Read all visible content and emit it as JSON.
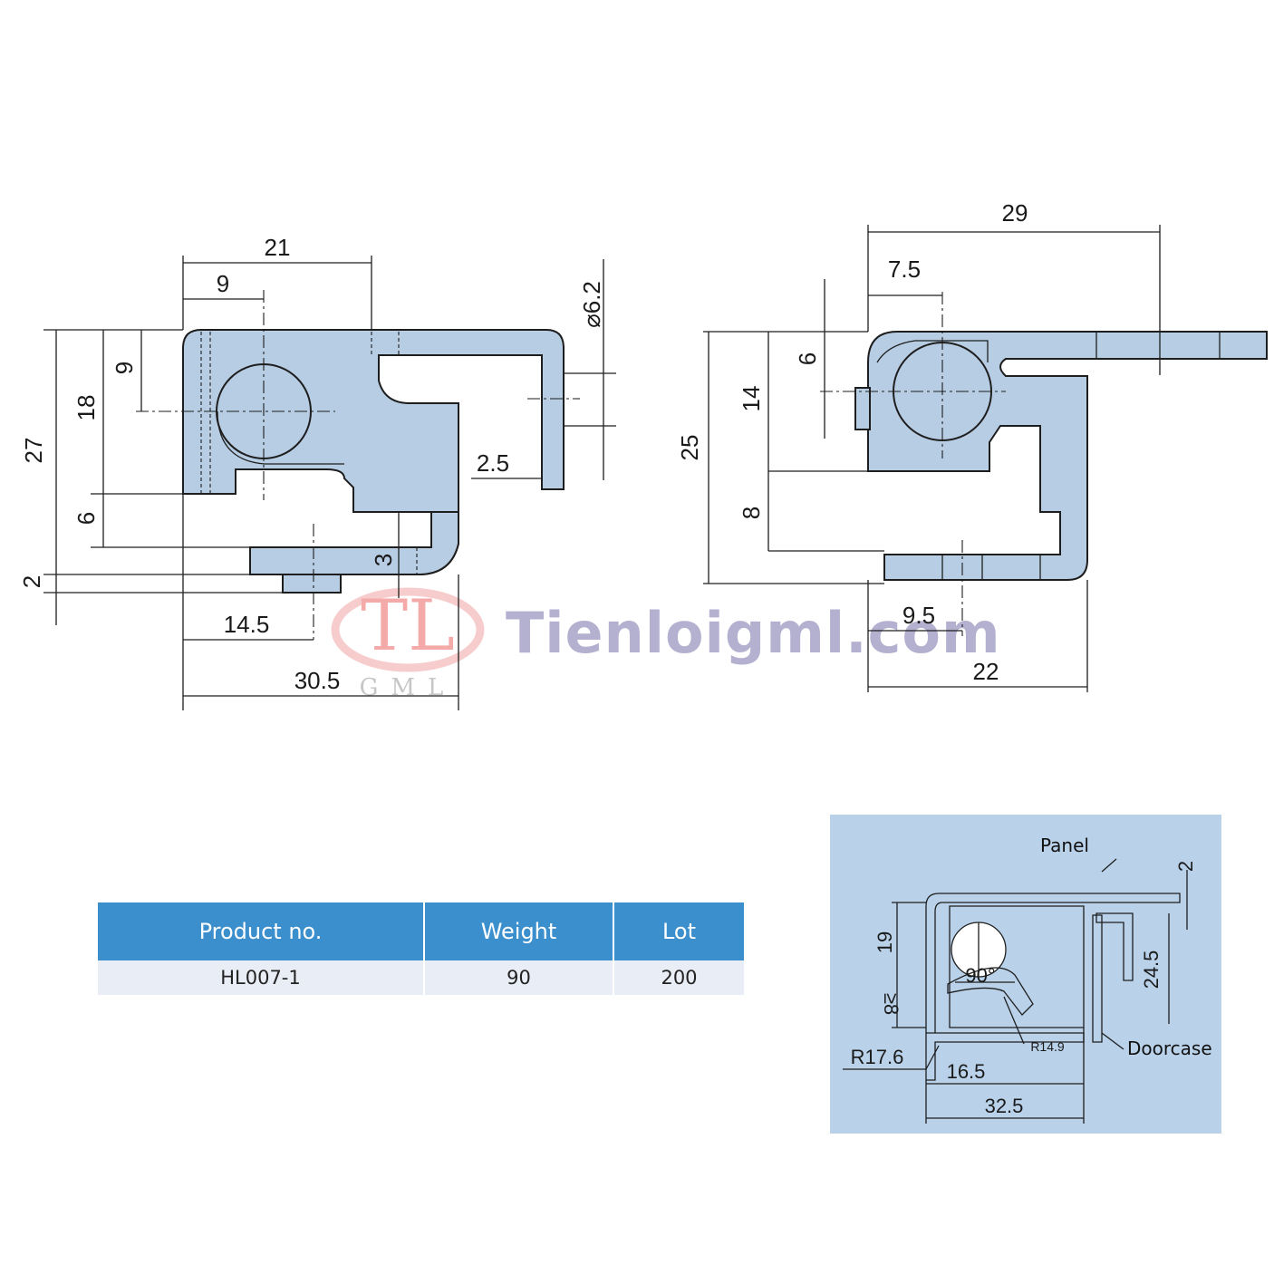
{
  "watermark": {
    "text": "Tienloigml.com",
    "logo_text": "TL",
    "logo_subtext": "GML"
  },
  "front_view": {
    "dims": {
      "w21": "21",
      "w9": "9",
      "h27": "27",
      "h18": "18",
      "h9": "9",
      "h6": "6",
      "h2": "2",
      "h3": "3",
      "dia": "⌀6.2",
      "t25": "2.5",
      "w145": "14.5",
      "w305": "30.5"
    }
  },
  "side_view": {
    "dims": {
      "w29": "29",
      "w75": "7.5",
      "h6": "6",
      "h14": "14",
      "h25": "25",
      "h8": "8",
      "w95": "9.5",
      "w22": "22"
    }
  },
  "install": {
    "bg_color": "#b9d2ea",
    "labels": {
      "panel": "Panel",
      "doorcase": "Doorcase"
    },
    "dims": {
      "t2": "2",
      "h19": "19",
      "h8": "≥8",
      "h245": "24.5",
      "angle": "90°",
      "r176": "R17.6",
      "r149": "R14.9",
      "w165": "16.5",
      "w325": "32.5"
    }
  },
  "table": {
    "header_color": "#3b8fcc",
    "headers": {
      "product": "Product no.",
      "weight": "Weight",
      "lot": "Lot"
    },
    "row": {
      "product": "HL007-1",
      "weight": "90",
      "lot": "200"
    }
  }
}
